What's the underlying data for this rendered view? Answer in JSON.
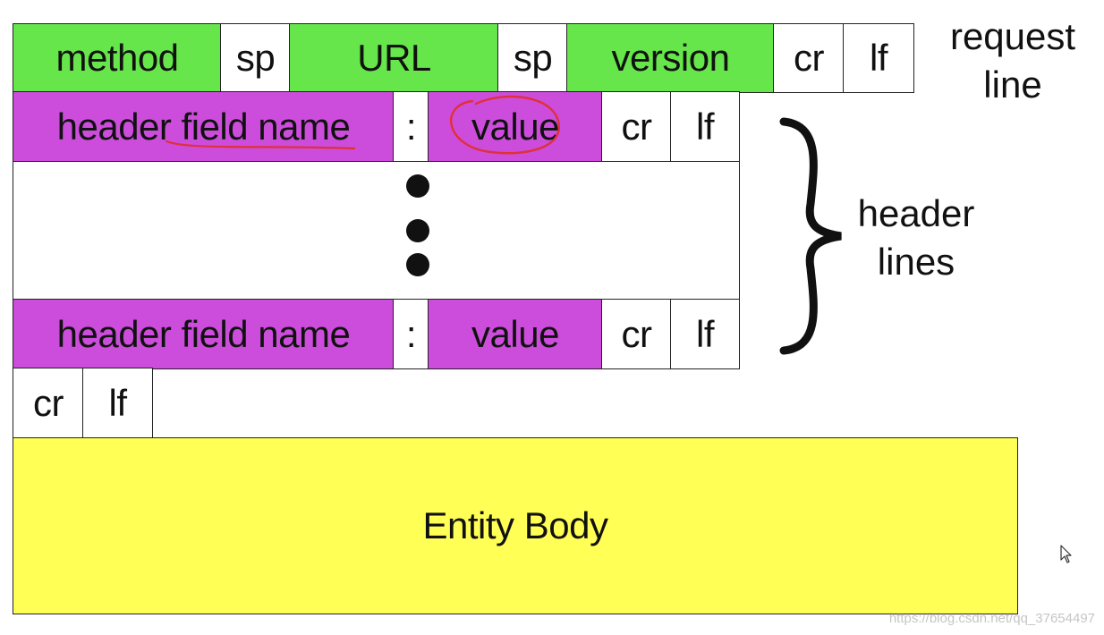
{
  "colors": {
    "green": "#66e64a",
    "magenta": "#cc4ddb",
    "yellow": "#ffff55",
    "annotation": "#e0303a"
  },
  "request_line": {
    "cells": [
      "method",
      "sp",
      "URL",
      "sp",
      "version",
      "cr",
      "lf"
    ],
    "label": [
      "request",
      "line"
    ]
  },
  "header_line_1": {
    "field_name": "header field name",
    "colon": ":",
    "value": "value",
    "cr": "cr",
    "lf": "lf"
  },
  "header_line_last": {
    "field_name": "header field name",
    "colon": ":",
    "value": "value",
    "cr": "cr",
    "lf": "lf"
  },
  "header_lines_label": [
    "header",
    "lines"
  ],
  "blank_line": {
    "cr": "cr",
    "lf": "lf"
  },
  "entity_body": {
    "label": "Entity Body"
  },
  "watermark": "https://blog.csdn.net/qq_37654497",
  "icons": [
    "curly-brace-icon",
    "ellipsis-dots-icon",
    "mouse-cursor-icon"
  ]
}
